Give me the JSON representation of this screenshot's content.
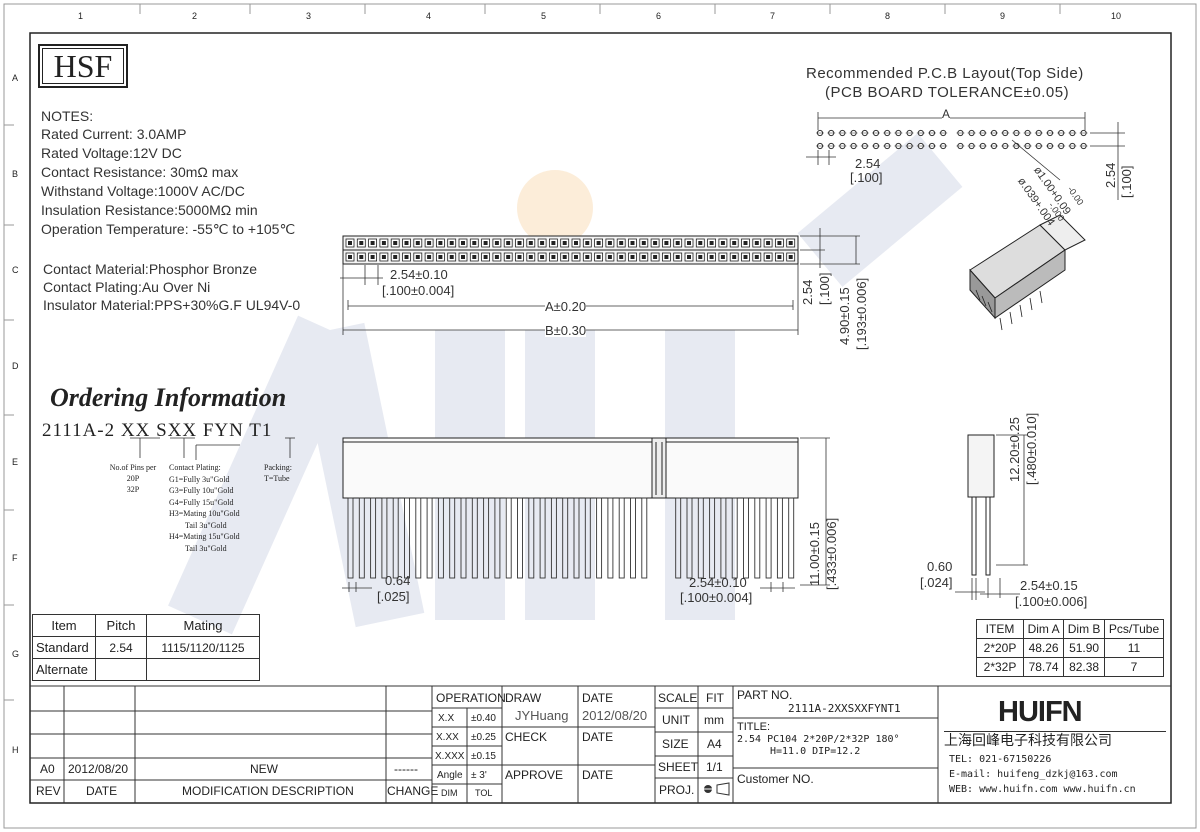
{
  "frame": {
    "col_numbers": [
      "1",
      "2",
      "3",
      "4",
      "5",
      "6",
      "7",
      "8",
      "9",
      "10"
    ],
    "row_letters": [
      "A",
      "B",
      "C",
      "D",
      "E",
      "F",
      "G",
      "H"
    ]
  },
  "logo": "HSF",
  "notes": {
    "heading": "NOTES:",
    "lines": [
      "Rated Current: 3.0AMP",
      "Rated Voltage:12V DC",
      "Contact Resistance: 30mΩ max",
      "Withstand Voltage:1000V AC/DC",
      "Insulation Resistance:5000MΩ min",
      "Operation Temperature: -55℃ to +105℃"
    ],
    "material_lines": [
      "Contact Material:Phosphor Bronze",
      "Contact Plating:Au Over Ni",
      "Insulator Material:PPS+30%G.F UL94V-0"
    ]
  },
  "pcb_layout": {
    "title_line1": "Recommended P.C.B Layout(Top Side)",
    "title_line2": "(PCB BOARD TOLERANCE±0.05)",
    "dim_a": "A",
    "pitch": "2.54",
    "pitch_in": "[.100]",
    "row_pitch": "2.54",
    "row_pitch_in": "[.100]",
    "hole1": "ø1.00+0.09",
    "hole1b": "-0.00",
    "hole2": "ø.039+.004",
    "hole2b": "-.000"
  },
  "top_view": {
    "pitch": "2.54±0.10",
    "pitch_in": "[.100±0.004]",
    "dim_a": "A±0.20",
    "dim_b": "B±0.30",
    "row": "2.54",
    "row_in": "[.100]",
    "width": "4.90±0.15",
    "width_in": "[.193±0.006]"
  },
  "front_view": {
    "pin_w": "0.64",
    "pin_w_in": "[.025]",
    "pitch": "2.54±0.10",
    "pitch_in": "[.100±0.004]",
    "tail": "11.00±0.15",
    "tail_in": "[.433±0.006]"
  },
  "side_view": {
    "height": "12.20±0.25",
    "height_in": "[.480±0.010]",
    "pin": "0.60",
    "pin_in": "[.024]",
    "pitch": "2.54±0.15",
    "pitch_in": "[.100±0.006]"
  },
  "ordering": {
    "heading": "Ordering Information",
    "part": "2111A-2 XX SXX FYN T1",
    "pins_label": [
      "No.of Pins per",
      "20P",
      "32P"
    ],
    "plating_label": [
      "Contact Plating:",
      "G1=Fully 3u\"Gold",
      "G3=Fully 10u\"Gold",
      "G4=Fully 15u\"Gold",
      "H3=Mating 10u\"Gold",
      "Tail 3u\"Gold",
      "H4=Mating 15u\"Gold",
      "Tail 3u\"Gold"
    ],
    "packing_label": [
      "Packing:",
      "T=Tube"
    ]
  },
  "mating_table": {
    "headers": [
      "Item",
      "Pitch",
      "Mating"
    ],
    "rows": [
      [
        "Standard",
        "2.54",
        "1115/1120/1125"
      ],
      [
        "Alternate",
        "",
        ""
      ]
    ]
  },
  "dim_table": {
    "headers": [
      "ITEM",
      "Dim A",
      "Dim B",
      "Pcs/Tube"
    ],
    "rows": [
      [
        "2*20P",
        "48.26",
        "51.90",
        "11"
      ],
      [
        "2*32P",
        "78.74",
        "82.38",
        "7"
      ]
    ]
  },
  "revision": {
    "rev": "A0",
    "date": "2012/08/20",
    "desc": "NEW",
    "change": "------",
    "h_rev": "REV",
    "h_date": "DATE",
    "h_desc": "MODIFICATION DESCRIPTION",
    "h_change": "CHANGE"
  },
  "tolerance": {
    "title": "OPERATION",
    "rows": [
      [
        "X.X",
        "±0.40"
      ],
      [
        "X.XX",
        "±0.25"
      ],
      [
        "X.XXX",
        "±0.15"
      ],
      [
        "Angle",
        "± 3'"
      ]
    ],
    "footer": [
      "DIM",
      "TOL"
    ]
  },
  "signoff": {
    "draw": "DRAW",
    "drawer": "JYHuang",
    "date_label": "DATE",
    "date": "2012/08/20",
    "check": "CHECK",
    "approve": "APPROVE"
  },
  "sheet": {
    "scale": "SCALE",
    "scale_v": "FIT",
    "unit": "UNIT",
    "unit_v": "mm",
    "size": "SIZE",
    "size_v": "A4",
    "sheet": "SHEET",
    "sheet_v": "1/1",
    "proj": "PROJ."
  },
  "part": {
    "part_no_label": "PART NO.",
    "part_no": "2111A-2XXSXXFYNT1",
    "title_label": "TITLE:",
    "title_l1": "2.54 PC104 2*20P/2*32P 180°",
    "title_l2": "H=11.0 DIP=12.2",
    "customer": "Customer NO."
  },
  "company": {
    "brand": "HUIFN",
    "name_cn": "上海回峰电子科技有限公司",
    "tel": "TEL: 021-67150226",
    "email": "E-mail: huifeng_dzkj@163.com",
    "web": "WEB: www.huifn.com  www.huifn.cn"
  }
}
